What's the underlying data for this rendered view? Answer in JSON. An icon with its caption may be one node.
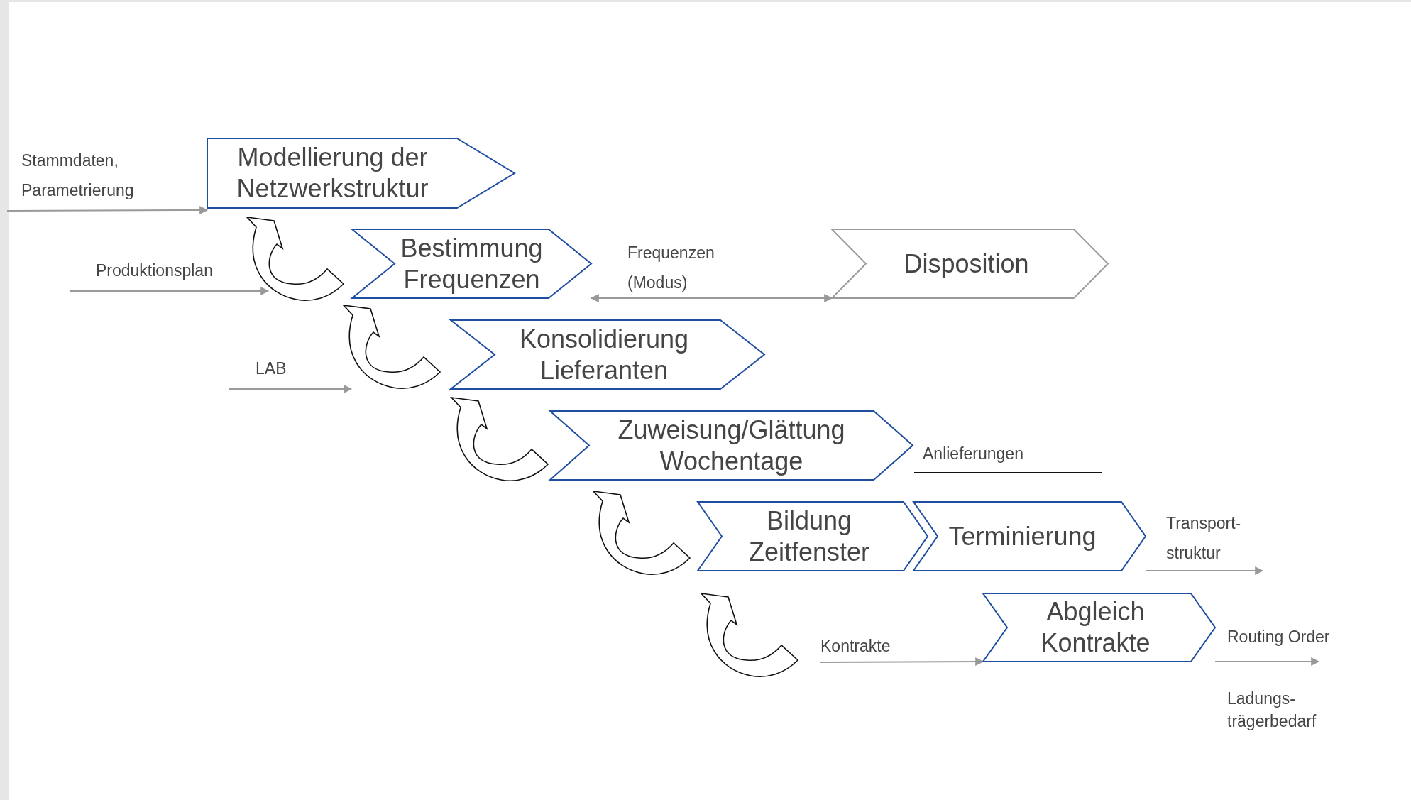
{
  "diagram": {
    "nodes": [
      {
        "text": [
          "Modellierung der Netzwerkstruktur"
        ]
      },
      {
        "text": [
          "Bestimmung Frequenzen"
        ]
      },
      {
        "text": [
          "Disposition"
        ]
      },
      {
        "text": [
          "Konsolidierung Lieferanten"
        ]
      },
      {
        "text": [
          "Zuweisung/Glättung Wochentage"
        ]
      },
      {
        "text": [
          "Bildung Zeitfenster"
        ]
      },
      {
        "text": [
          "Terminierung"
        ]
      },
      {
        "text": [
          "Abgleich Kontrakte"
        ]
      }
    ],
    "edges": [
      {
        "from": null,
        "to": 0,
        "arrow": "to",
        "label": "Stammdaten, Parametrierung"
      },
      {
        "from": 1,
        "to": 2,
        "arrow": "both",
        "label": "Frequenzen (Modus)"
      },
      {
        "from": 6,
        "to": null,
        "arrow": "to",
        "label": "Transport- struktur"
      },
      {
        "from": 7,
        "to": null,
        "arrow": "to",
        "label": "Routing Order"
      },
      {
        "from": null,
        "to": 7,
        "arrow": "to",
        "label": "Kontrakte"
      }
    ],
    "labels": [
      "Produktionsplan",
      "LAB",
      "Anlieferungen",
      "Ladungs- trägerbedarf"
    ]
  }
}
